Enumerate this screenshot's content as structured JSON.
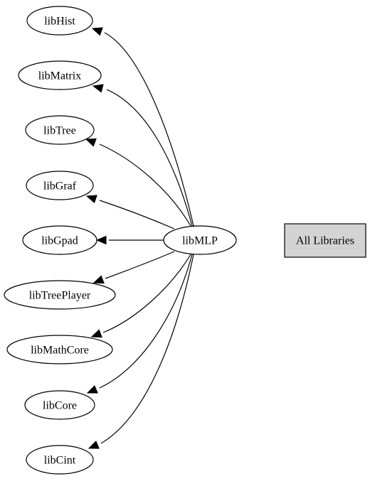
{
  "graph": {
    "center": {
      "id": "libMLP",
      "label": "libMLP"
    },
    "dependencies": [
      {
        "id": "libHist",
        "label": "libHist"
      },
      {
        "id": "libMatrix",
        "label": "libMatrix"
      },
      {
        "id": "libTree",
        "label": "libTree"
      },
      {
        "id": "libGraf",
        "label": "libGraf"
      },
      {
        "id": "libGpad",
        "label": "libGpad"
      },
      {
        "id": "libTreePlayer",
        "label": "libTreePlayer"
      },
      {
        "id": "libMathCore",
        "label": "libMathCore"
      },
      {
        "id": "libCore",
        "label": "libCore"
      },
      {
        "id": "libCint",
        "label": "libCint"
      }
    ],
    "all_libraries": {
      "label": "All Libraries",
      "fill": "#d3d3d3"
    }
  }
}
